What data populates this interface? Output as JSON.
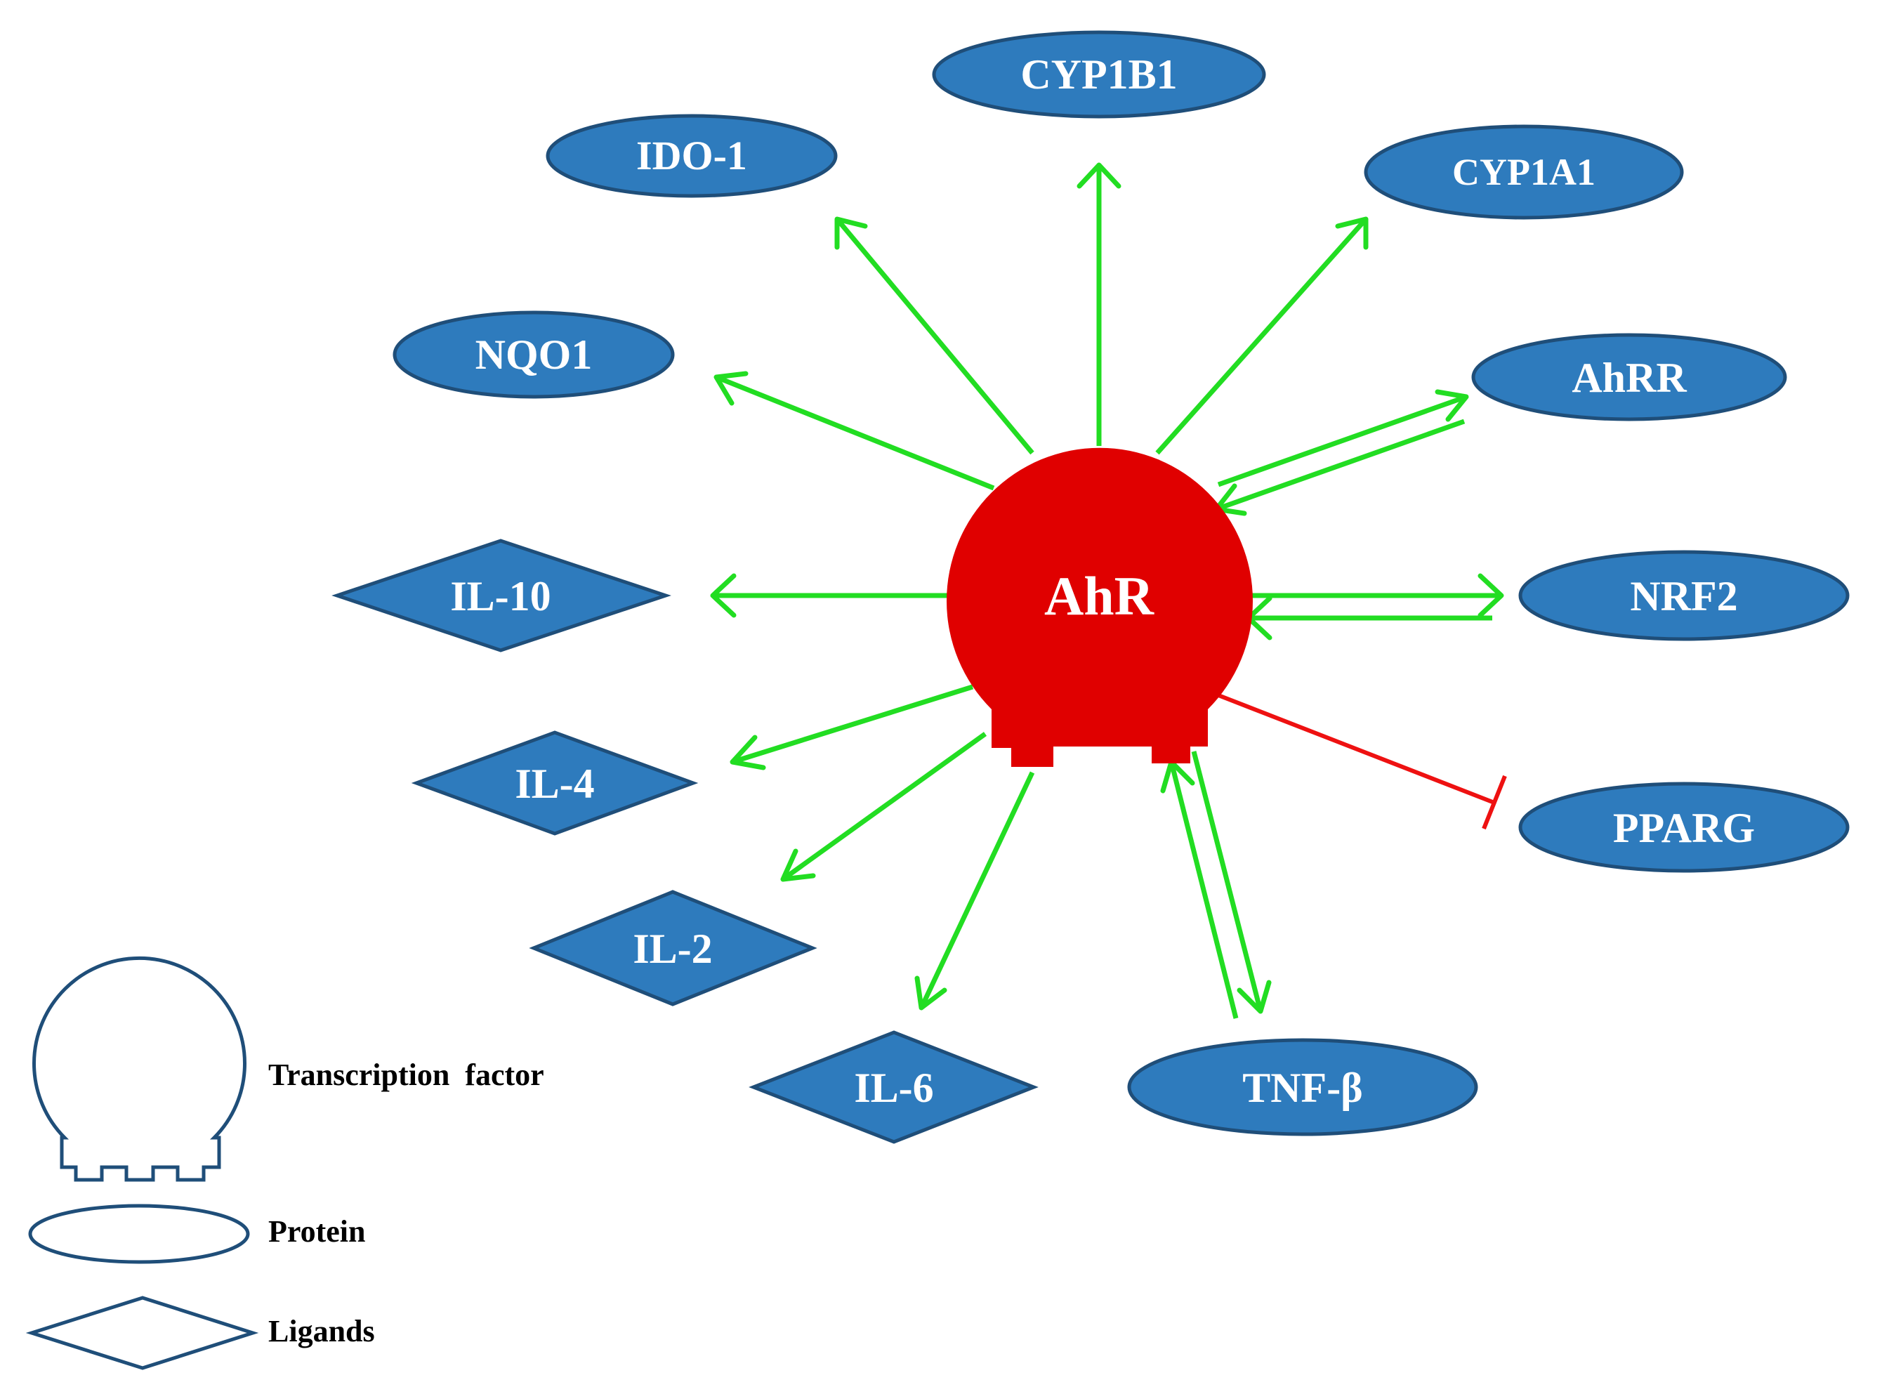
{
  "colors": {
    "node_fill": "#2e7bbd",
    "node_stroke": "#1f4e79",
    "center_fill": "#e00000",
    "activation": "#22dd22",
    "inhibition": "#ee1111",
    "legend_stroke": "#1f4e79"
  },
  "center": {
    "label": "AhR",
    "shape": "transcription-factor"
  },
  "nodes": [
    {
      "id": "cyp1b1",
      "label": "CYP1B1",
      "shape": "protein",
      "relation": "activates"
    },
    {
      "id": "ido1",
      "label": "IDO-1",
      "shape": "protein",
      "relation": "activates"
    },
    {
      "id": "cyp1a1",
      "label": "CYP1A1",
      "shape": "protein",
      "relation": "activates"
    },
    {
      "id": "nqo1",
      "label": "NQO1",
      "shape": "protein",
      "relation": "activates"
    },
    {
      "id": "ahrr",
      "label": "AhRR",
      "shape": "protein",
      "relation": "bidirectional"
    },
    {
      "id": "nrf2",
      "label": "NRF2",
      "shape": "protein",
      "relation": "bidirectional"
    },
    {
      "id": "pparg",
      "label": "PPARG",
      "shape": "protein",
      "relation": "inhibits"
    },
    {
      "id": "tnfb",
      "label": "TNF-β",
      "shape": "protein",
      "relation": "bidirectional"
    },
    {
      "id": "il10",
      "label": "IL-10",
      "shape": "ligand",
      "relation": "activates"
    },
    {
      "id": "il4",
      "label": "IL-4",
      "shape": "ligand",
      "relation": "activates"
    },
    {
      "id": "il2",
      "label": "IL-2",
      "shape": "ligand",
      "relation": "activates"
    },
    {
      "id": "il6",
      "label": "IL-6",
      "shape": "ligand",
      "relation": "activates"
    }
  ],
  "legend": [
    {
      "id": "tf",
      "label": "Transcription  factor",
      "shape": "transcription-factor"
    },
    {
      "id": "protein",
      "label": "Protein",
      "shape": "protein"
    },
    {
      "id": "ligands",
      "label": "Ligands",
      "shape": "ligand"
    }
  ]
}
